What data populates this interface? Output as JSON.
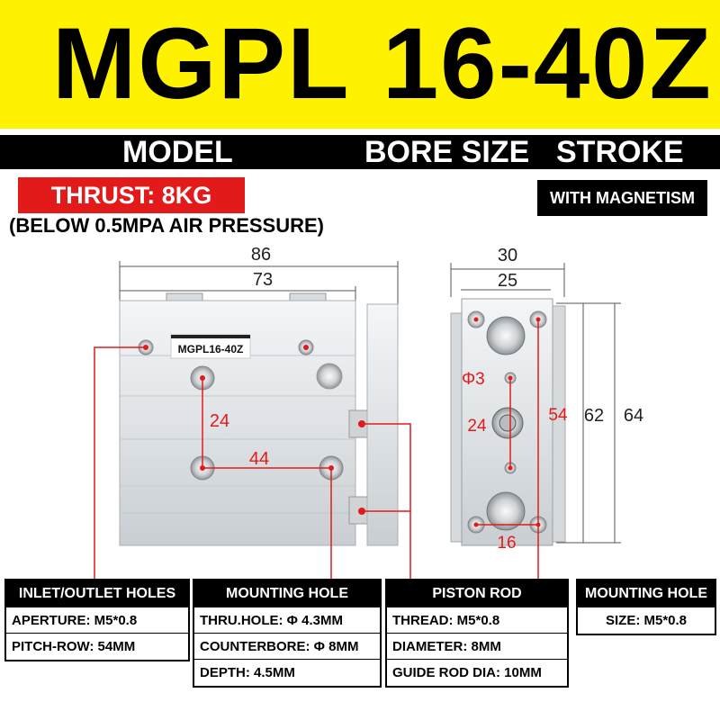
{
  "banner": {
    "model": "MGPL",
    "size": "16-40Z"
  },
  "legend_bar": {
    "model": "MODEL",
    "bore": "BORE SIZE",
    "stroke": "STROKE"
  },
  "thrust": "THRUST: 8KG",
  "pressure_note": "(BELOW 0.5MPA AIR PRESSURE)",
  "magnetism": "WITH MAGNETISM",
  "side_view": {
    "nameplate": "MGPL16-40Z",
    "dim_overall": "86",
    "dim_body": "73",
    "dim_hole_vertical": "24",
    "dim_hole_horizontal": "44"
  },
  "end_view": {
    "dim_width": "30",
    "dim_inner_width": "25",
    "dim_hole_diameter": "Φ3",
    "dim_center": "24",
    "dim_pitch": "54",
    "dim_height_inner": "62",
    "dim_height": "64",
    "dim_bottom": "16"
  },
  "colors": {
    "banner": "#fff200",
    "accent_red": "#e21a1a",
    "bar": "#000000"
  },
  "spec_boxes": [
    {
      "title": "INLET/OUTLET HOLES",
      "rows": [
        "APERTURE: M5*0.8",
        "PITCH-ROW: 54MM"
      ]
    },
    {
      "title": "MOUNTING HOLE",
      "rows": [
        "THRU.HOLE: Φ 4.3MM",
        "COUNTERBORE: Φ 8MM",
        "DEPTH: 4.5MM"
      ]
    },
    {
      "title": "PISTON ROD",
      "rows": [
        "THREAD: M5*0.8",
        "DIAMETER: 8MM",
        "GUIDE ROD DIA: 10MM"
      ]
    },
    {
      "title": "MOUNTING HOLE",
      "rows": [
        "SIZE: M5*0.8"
      ]
    }
  ]
}
